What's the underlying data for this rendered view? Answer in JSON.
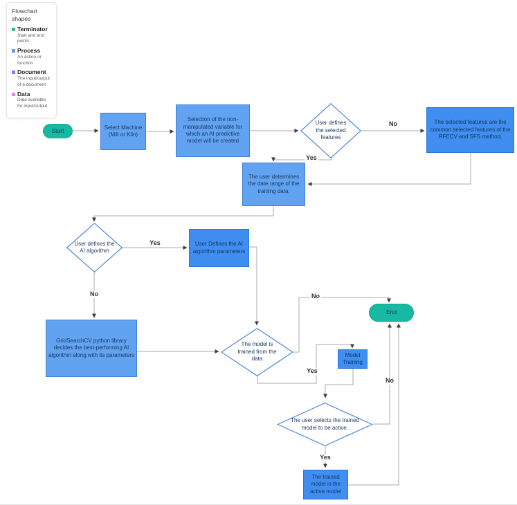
{
  "legend": {
    "title": "Flowchart shapes",
    "items": [
      {
        "label": "Terminator",
        "desc": "Start and end points",
        "color": "#2db9a4"
      },
      {
        "label": "Process",
        "desc": "An action or function",
        "color": "#5f9ae6"
      },
      {
        "label": "Document",
        "desc": "The input/output of a document",
        "color": "#7b80ea"
      },
      {
        "label": "Data",
        "desc": "Data available for input/output",
        "color": "#df87e0"
      }
    ]
  },
  "nodes": {
    "start": {
      "label": "Start",
      "type": "terminator"
    },
    "select_machine": {
      "label": "Select Machine (Mill or Kiln)",
      "type": "process"
    },
    "variable_selection": {
      "label": "Selection of the non-manipulated variable for which an AI predictive model will be created",
      "type": "process"
    },
    "features_decision": {
      "label": "User defines the selected features",
      "type": "decision"
    },
    "rfecv_sfs": {
      "label": "The selected features are the common selected features of the RFECV and SFS method.",
      "type": "process"
    },
    "date_range": {
      "label": "The user determines the date range of the training data.",
      "type": "process"
    },
    "algorithm_decision": {
      "label": "User defines the AI algorithm",
      "type": "decision"
    },
    "algorithm_params": {
      "label": "User Defines the AI algorithm parameters",
      "type": "process"
    },
    "gridsearchcv": {
      "label": "GridSearchCV python library decides the best-performing AI algorithm along with its parameters",
      "type": "process"
    },
    "training_decision": {
      "label": "The model is trained from the data",
      "type": "decision"
    },
    "model_training": {
      "label": "Model Training",
      "type": "process"
    },
    "active_decision": {
      "label": "The user selects the trained model to be active.",
      "type": "decision"
    },
    "active_model": {
      "label": "The trained model is the active model",
      "type": "process"
    },
    "end": {
      "label": "End",
      "type": "terminator"
    }
  },
  "edge_labels": {
    "features_no": "No",
    "features_yes": "Yes",
    "algorithm_yes": "Yes",
    "algorithm_no": "No",
    "training_no": "No",
    "training_yes": "Yes",
    "active_no": "No",
    "active_yes": "Yes"
  },
  "colors": {
    "terminator_fill": "#17b9a1",
    "process_fill_light": "#62a3f1",
    "process_fill_deep": "#3f8ef0",
    "diamond_border": "#4e86d8",
    "connector_line": "#a8a8a8",
    "arrowhead": "#3d3d3d",
    "shape_text": "#17355e"
  }
}
